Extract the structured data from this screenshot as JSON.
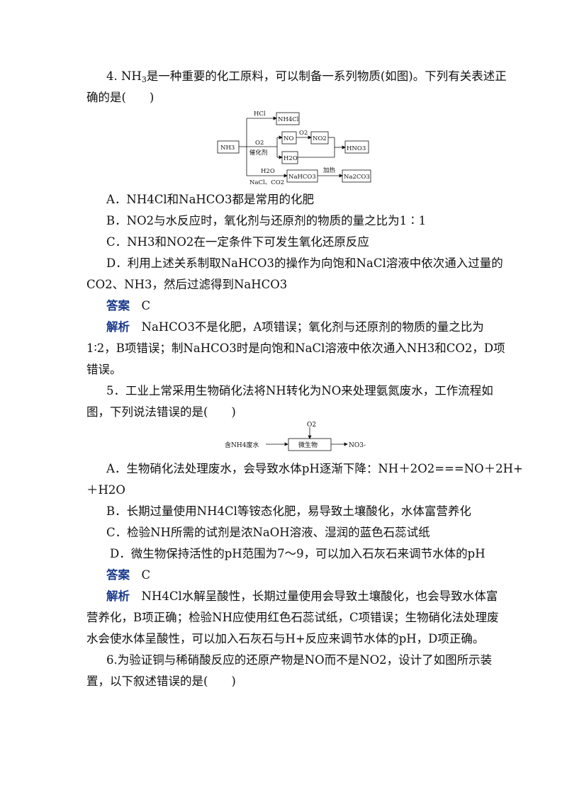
{
  "q4": {
    "stem_line1_a": "4. NH",
    "stem_line1_sub": "3",
    "stem_line1_b": "是一种重要的化工原料，可以制备一系列物质(如图)。下列有关表述正",
    "stem_line2": "确的是(　　)",
    "diagram": {
      "nh3": "NH3",
      "hcl": "HCl",
      "nh4cl": "NH4Cl",
      "o2_cat_top": "O2",
      "o2_cat_bottom": "催化剂",
      "no": "NO",
      "o2": "O2",
      "no2": "NO2",
      "h2o_box": "H2O",
      "hno3": "HNO3",
      "h2o_label": "H2O",
      "nacl_co2": "NaCl、CO2",
      "nahco3": "NaHCO3",
      "heat": "加热",
      "na2co3": "Na2CO3"
    },
    "option_a": "A．NH4Cl和NaHCO3都是常用的化肥",
    "option_b": "B．NO2与水反应时，氧化剂与还原剂的物质的量之比为1∶1",
    "option_c": "C．NH3和NO2在一定条件下可发生氧化还原反应",
    "option_d_line1": "D．利用上述关系制取NaHCO3的操作为向饱和NaCl溶液中依次通入过量的",
    "option_d_line2": "CO2、NH3，然后过滤得到NaHCO3",
    "answer_label": "答案",
    "answer_value": "C",
    "analysis_label": "解析",
    "analysis_line1": "NaHCO3不是化肥，A项错误；氧化剂与还原剂的物质的量之比为",
    "analysis_line2": "1∶2，B项错误；制NaHCO3时是向饱和NaCl溶液中依次通入NH3和CO2，D项",
    "analysis_line3": "错误。"
  },
  "q5": {
    "stem_line1": "5．工业上常采用生物硝化法将NH转化为NO来处理氨氮废水，工作流程如",
    "stem_line2": "图，下列说法错误的是(　　)",
    "diagram": {
      "o2": "O2",
      "input": "含NH4废水",
      "microbe": "微生物",
      "output": "NO3-"
    },
    "option_a_line1": "A．生物硝化法处理废水，会导致水体pH逐渐下降：NH＋2O2===NO＋2H+",
    "option_a_line2": "＋H2O",
    "option_b": "B．长期过量使用NH4Cl等铵态化肥，易导致土壤酸化，水体富营养化",
    "option_c": "C．检验NH所需的试剂是浓NaOH溶液、湿润的蓝色石蕊试纸",
    "option_d": "D．微生物保持活性的pH范围为7～9，可以加入石灰石来调节水体的pH",
    "answer_label": "答案",
    "answer_value": "C",
    "analysis_label": "解析",
    "analysis_line1": "NH4Cl水解呈酸性，长期过量使用会导致土壤酸化，也会导致水体富",
    "analysis_line2": "营养化，B项正确；检验NH应使用红色石蕊试纸，C项错误；生物硝化法处理废",
    "analysis_line3": "水会使水体呈酸性，可以加入石灰石与H+反应来调节水体的pH，D项正确。"
  },
  "q6": {
    "stem_line1": "6.为验证铜与稀硝酸反应的还原产物是NO而不是NO2，设计了如图所示装",
    "stem_line2": "置，以下叙述错误的是(　　)"
  }
}
